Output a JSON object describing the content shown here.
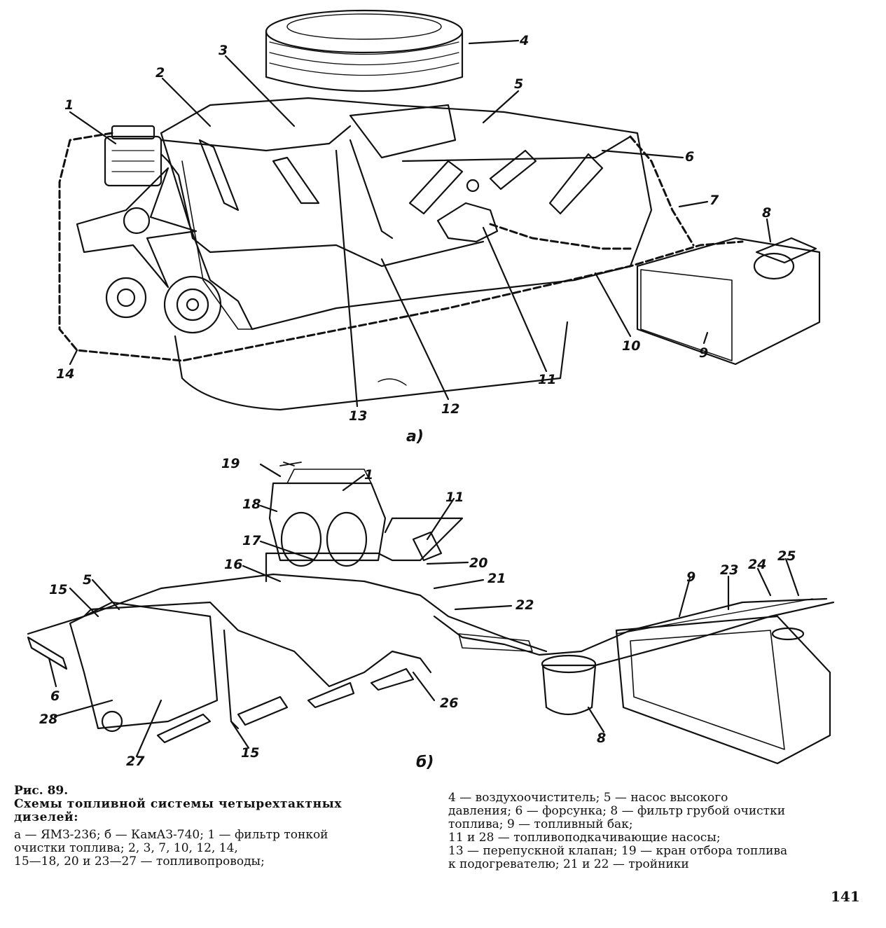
{
  "figure_a": {
    "label": "а)",
    "callouts": [
      "1",
      "2",
      "3",
      "4",
      "5",
      "6",
      "7",
      "8",
      "9",
      "10",
      "11",
      "12",
      "13",
      "14"
    ]
  },
  "figure_b": {
    "label": "б)",
    "callouts": [
      "19",
      "1",
      "18",
      "11",
      "17",
      "16",
      "20",
      "15",
      "5",
      "21",
      "9",
      "23",
      "24",
      "25",
      "22",
      "6",
      "26",
      "28",
      "27",
      "15",
      "8"
    ]
  },
  "caption": {
    "fig_no": "Рис. 89.",
    "title_1": "Схемы топливной системы четырехтактных",
    "title_2": "дизелей:",
    "left_1": "а — ЯМЗ-236; б — КамАЗ-740; 1 — фильтр тонкой",
    "left_2": "очистки топлива; 2, 3, 7, 10, 12, 14,",
    "left_3": "15—18, 20 и 23—27 — топливопроводы;",
    "right_1": "4 — воздухоочиститель; 5 — насос высокого",
    "right_2": "давления; 6 — форсунка; 8 — фильтр грубой очистки",
    "right_3": "топлива; 9 — топливный бак;",
    "right_4": "11 и 28 — топливоподкачивающие насосы;",
    "right_5": "13 — перепускной клапан; 19 — кран отбора топлива",
    "right_6": "к подогревателю; 21 и 22 — тройники"
  },
  "page_number": "141"
}
